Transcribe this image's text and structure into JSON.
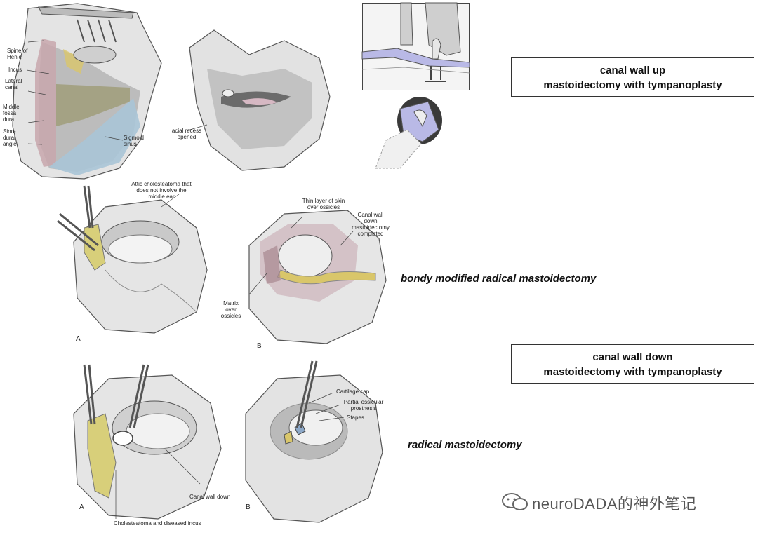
{
  "panel1": {
    "labels": [
      "Spine of Henle",
      "Incus",
      "Lateral canal",
      "Middle fossa dura",
      "Sino-dural angle",
      "Sigmoid sinus"
    ]
  },
  "panel2": {
    "labels": [
      "acial recess opened"
    ]
  },
  "panel4": {
    "labels": [
      "Attic cholesteatoma that does not involve the middle ear"
    ],
    "letter": "A"
  },
  "panel5": {
    "labels": [
      "Thin layer of skin over ossicles",
      "Canal wall down mastoidectomy completed",
      "Matrix over ossicles"
    ],
    "letter": "B"
  },
  "panel6": {
    "labels": [
      "Canal wall down",
      "Cholesteatoma and diseased incus"
    ],
    "letter": "A"
  },
  "panel7": {
    "labels": [
      "Cartilage cap",
      "Partial ossicular prosthesis",
      "Stapes"
    ],
    "letter": "B"
  },
  "boxes": {
    "cwu_line1": "canal wall up",
    "cwu_line2": "mastoidectomy with tympanoplasty",
    "cwd_line1": "canal wall down",
    "cwd_line2": "mastoidectomy with tympanoplasty"
  },
  "captions": {
    "bondy": "bondy modified radical mastoidectomy",
    "radical": "radical mastoidectomy"
  },
  "watermark": "neuroDADA的神外笔记",
  "colors": {
    "dura": "#c8a7ad",
    "sinus": "#a9c4d6",
    "bone": "#d8d8d8",
    "cholesteatoma": "#d8cf7a",
    "nerve": "#d9c66a"
  }
}
